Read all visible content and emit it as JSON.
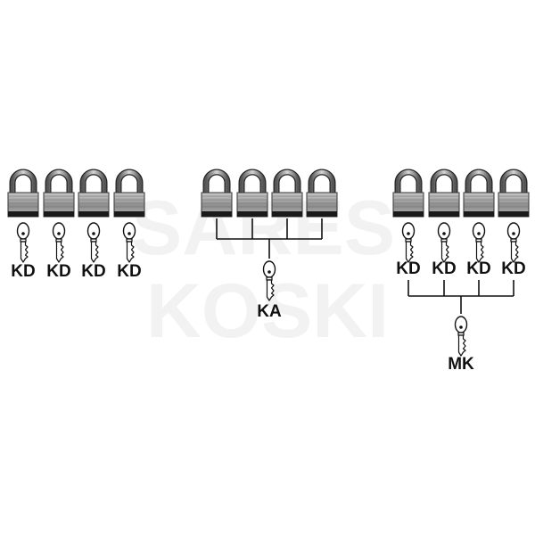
{
  "watermark": {
    "line1": "SARES",
    "line2": "KOSKI"
  },
  "groups": [
    {
      "id": "keyed-different",
      "key_labels": [
        "KD",
        "KD",
        "KD",
        "KD"
      ],
      "bottom_label": ""
    },
    {
      "id": "keyed-alike",
      "key_labels": [],
      "bottom_label": "KA"
    },
    {
      "id": "master-keyed",
      "key_labels": [
        "KD",
        "KD",
        "KD",
        "KD"
      ],
      "bottom_label": "MK"
    }
  ],
  "icons": {
    "padlock": "padlock-icon",
    "key": "key-icon"
  },
  "colors": {
    "ink": "#111111",
    "lock_body": "#9a9a9a",
    "lock_band": "#1a1a1a",
    "key_fill": "#ffffff",
    "watermark": "#f2f2f2"
  }
}
